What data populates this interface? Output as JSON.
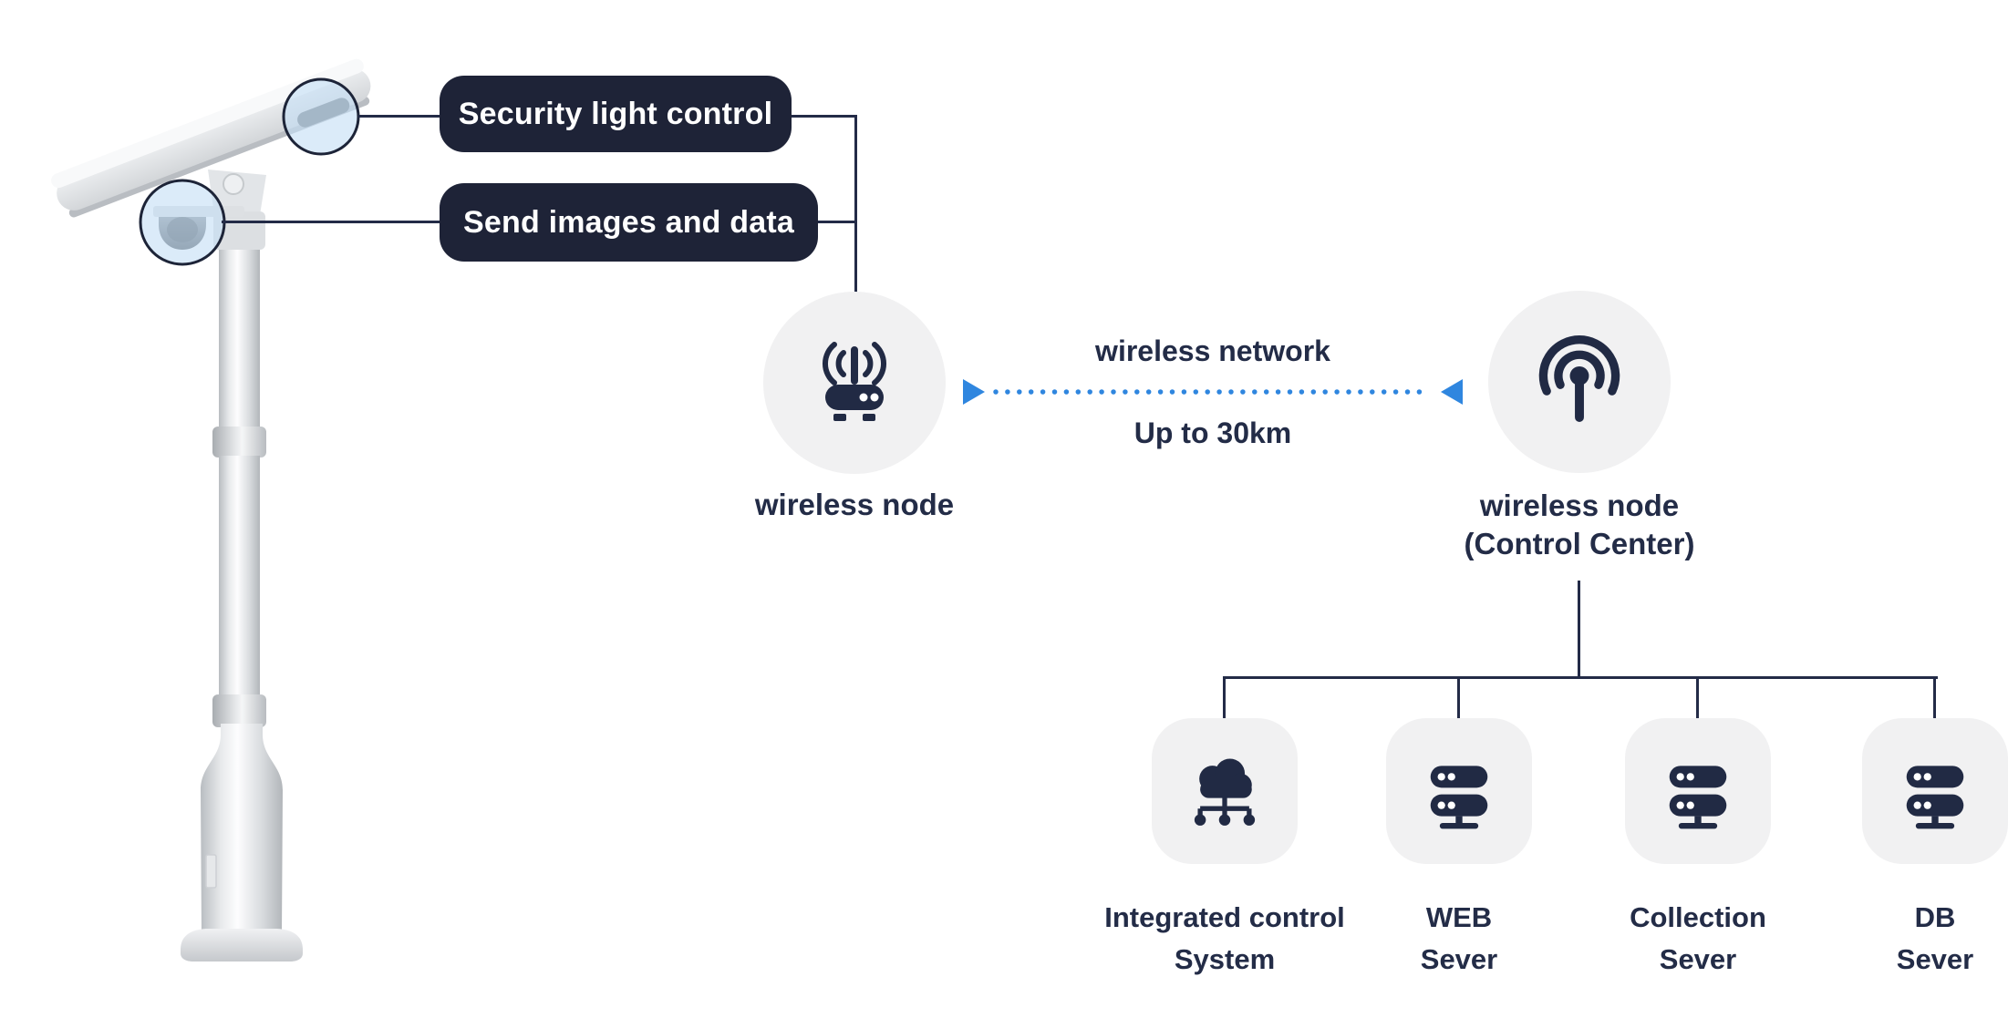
{
  "pole": {
    "security_callout": "Security light control",
    "camera_callout": "Send images and data"
  },
  "left_node": {
    "label": "wireless node",
    "icon": "wifi-router-icon"
  },
  "link": {
    "title": "wireless network",
    "distance": "Up to 30km",
    "style": "dotted-double-arrow"
  },
  "right_node": {
    "title": "wireless node",
    "subtitle": "(Control Center)",
    "icon": "broadcast-antenna-icon"
  },
  "servers": [
    {
      "line1": "Integrated control",
      "line2": "System",
      "icon": "cloud-network-icon"
    },
    {
      "line1": "WEB",
      "line2": "Sever",
      "icon": "server-rack-icon"
    },
    {
      "line1": "Collection",
      "line2": "Sever",
      "icon": "server-rack-icon"
    },
    {
      "line1": "DB",
      "line2": "Sever",
      "icon": "server-rack-icon"
    }
  ],
  "colors": {
    "navy": "#1e2337",
    "ink": "#232c47",
    "node_background": "#f1f1f2",
    "accent_blue": "#2f86df",
    "highlight_fill": "#cde0f6"
  }
}
